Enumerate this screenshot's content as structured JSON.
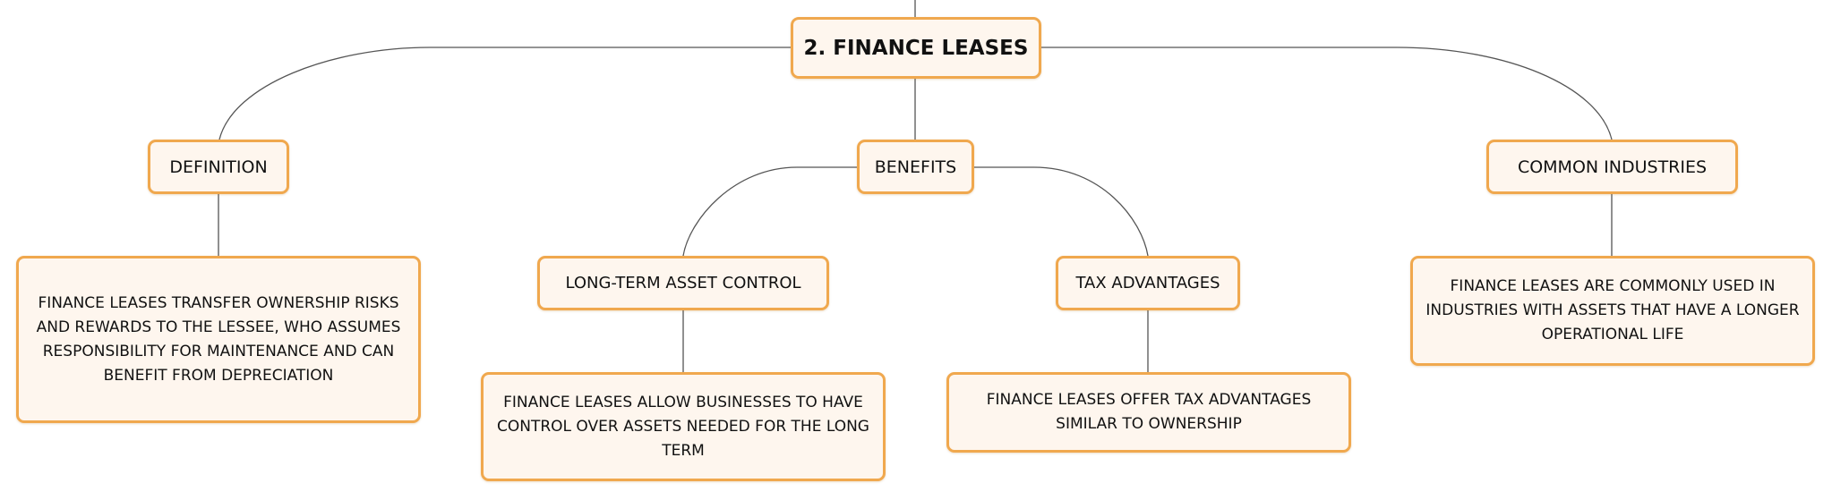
{
  "root": {
    "label": "2. FINANCE LEASES"
  },
  "topics": {
    "definition": {
      "label": "DEFINITION",
      "detail": "FINANCE LEASES TRANSFER OWNERSHIP RISKS AND REWARDS TO THE LESSEE, WHO ASSUMES RESPONSIBILITY FOR MAINTENANCE AND CAN BENEFIT FROM DEPRECIATION"
    },
    "benefits": {
      "label": "BENEFITS",
      "subtopics": [
        {
          "label": "LONG-TERM ASSET CONTROL",
          "detail": "FINANCE LEASES ALLOW BUSINESSES TO HAVE CONTROL OVER ASSETS NEEDED FOR THE LONG TERM"
        },
        {
          "label": "TAX ADVANTAGES",
          "detail": "FINANCE LEASES OFFER TAX ADVANTAGES SIMILAR TO OWNERSHIP"
        }
      ]
    },
    "industries": {
      "label": "COMMON INDUSTRIES",
      "detail": "FINANCE LEASES ARE COMMONLY USED IN INDUSTRIES WITH ASSETS THAT HAVE A LONGER OPERATIONAL LIFE"
    }
  },
  "colors": {
    "node_border": "#f0a84e",
    "node_fill": "#fef6ee",
    "connector": "#555555"
  }
}
